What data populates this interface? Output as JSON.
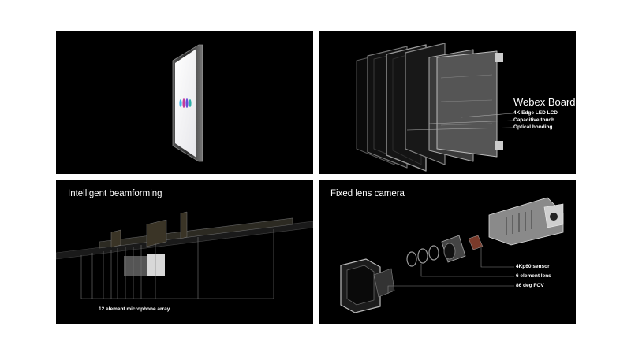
{
  "panels": {
    "display": {},
    "board": {
      "title": "Webex Board",
      "specs": [
        "4K Edge LED LCD",
        "Capacitive touch",
        "Optical bonding"
      ]
    },
    "mics": {
      "title": "Intelligent beamforming",
      "caption": "12 element microphone array"
    },
    "camera": {
      "title": "Fixed lens camera",
      "specs": [
        "4Kp60 sensor",
        "6 element lens",
        "86 deg FOV"
      ]
    }
  },
  "colors": {
    "panel_bg": "#000000",
    "page_bg": "#ffffff",
    "accent_cyan": "#3fb7e9",
    "accent_magenta": "#c23b9c",
    "accent_purple": "#6a4bd8"
  }
}
